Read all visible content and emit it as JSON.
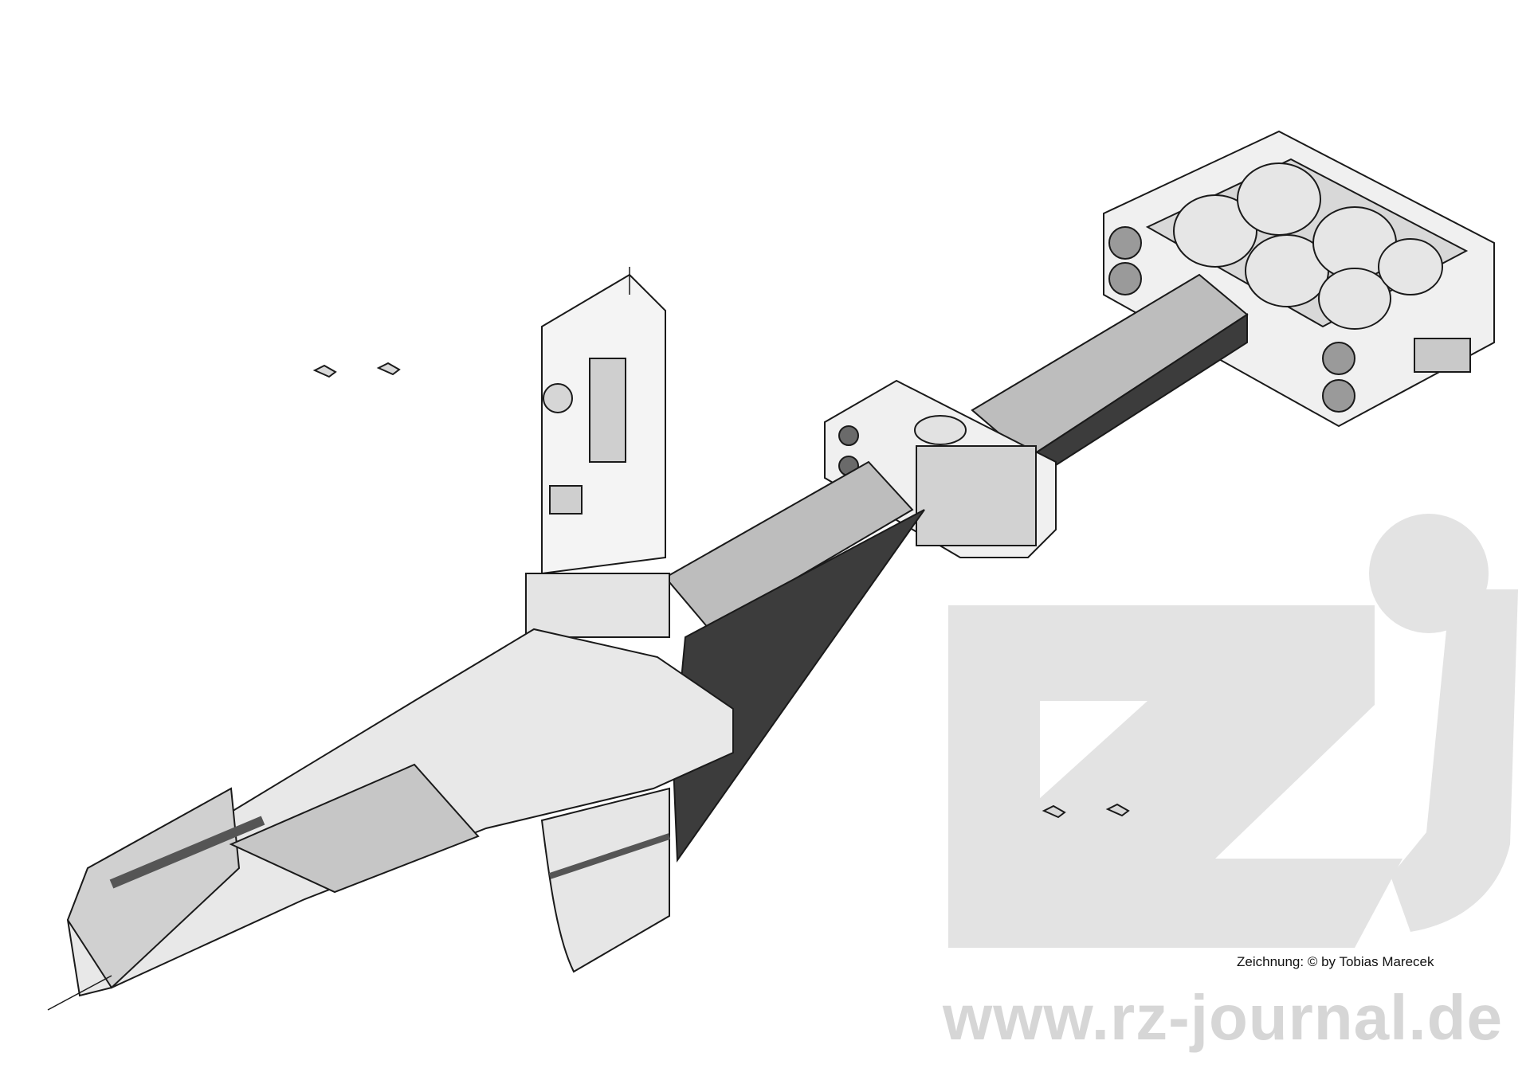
{
  "credit": "Zeichnung: © by Tobias Marecek",
  "website": "www.rz-journal.de",
  "logo_text": "rzj",
  "colors": {
    "background": "#ffffff",
    "logo_grey": "#e3e3e3",
    "hull_light": "#f2f2f2",
    "hull_mid": "#c9c9c9",
    "hull_dark": "#8a8a8a",
    "truss": "#3c3c3c",
    "outline": "#1a1a1a"
  }
}
